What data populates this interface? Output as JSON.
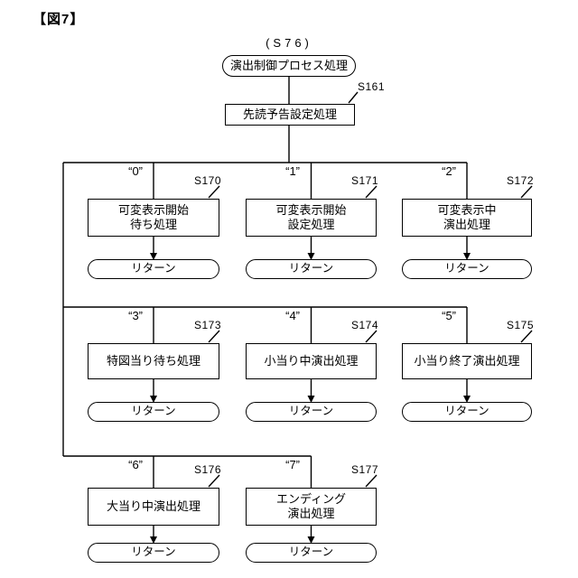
{
  "figure_label": "【図7】",
  "flow": {
    "entry_step": "(S76)",
    "entry_label": "演出制御プロセス処理",
    "setup_step": "S161",
    "setup_label": "先読予告設定処理"
  },
  "branches": [
    {
      "value": "“0”",
      "step": "S170",
      "label": "可変表示開始\n待ち処理",
      "return_label": "リターン"
    },
    {
      "value": "“1”",
      "step": "S171",
      "label": "可変表示開始\n設定処理",
      "return_label": "リターン"
    },
    {
      "value": "“2”",
      "step": "S172",
      "label": "可変表示中\n演出処理",
      "return_label": "リターン"
    },
    {
      "value": "“3”",
      "step": "S173",
      "label": "特図当り待ち処理",
      "return_label": "リターン"
    },
    {
      "value": "“4”",
      "step": "S174",
      "label": "小当り中演出処理",
      "return_label": "リターン"
    },
    {
      "value": "“5”",
      "step": "S175",
      "label": "小当り終了演出処理",
      "return_label": "リターン"
    },
    {
      "value": "“6”",
      "step": "S176",
      "label": "大当り中演出処理",
      "return_label": "リターン"
    },
    {
      "value": "“7”",
      "step": "S177",
      "label": "エンディング\n演出処理",
      "return_label": "リターン"
    }
  ],
  "colors": {
    "line": "#000000",
    "background": "#ffffff"
  }
}
